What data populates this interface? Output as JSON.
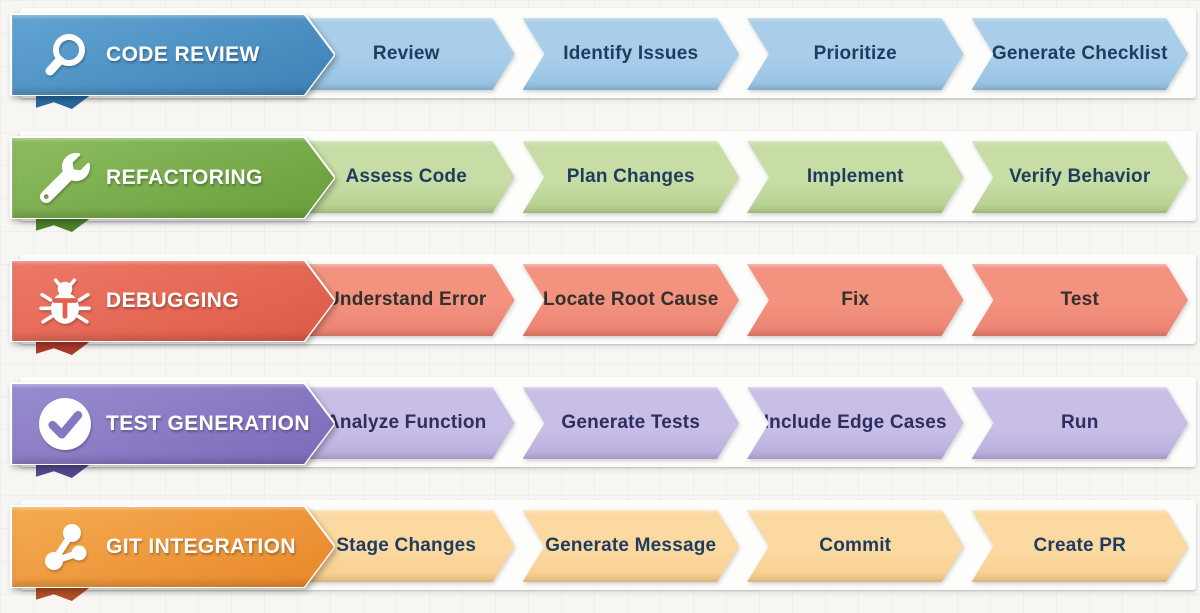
{
  "page": {
    "background": "#f7f6f3"
  },
  "rows": [
    {
      "title": "CODE REVIEW",
      "icon": "search-icon",
      "steps": [
        "Review",
        "Identify Issues",
        "Prioritize",
        "Generate Checklist"
      ],
      "colors": {
        "header_from": "#61a5d3",
        "header_to": "#3d80b6",
        "fold": "#2a689e",
        "mark": "#4d92c5",
        "step_bg": "#a8cee9",
        "step_bg_dark": "#95c2e2",
        "step_text": "#1b3f63"
      }
    },
    {
      "title": "REFACTORING",
      "icon": "wrench-icon",
      "steps": [
        "Assess Code",
        "Plan Changes",
        "Implement",
        "Verify Behavior"
      ],
      "colors": {
        "header_from": "#8dbc60",
        "header_to": "#689e3a",
        "fold": "#4a8128",
        "mark": "#76ac4b",
        "step_bg": "#c7dda5",
        "step_bg_dark": "#b6d18f",
        "step_text": "#1e3d5c"
      }
    },
    {
      "title": "DEBUGGING",
      "icon": "bug-icon",
      "steps": [
        "Understand Error",
        "Locate Root Cause",
        "Fix",
        "Test"
      ],
      "colors": {
        "header_from": "#ed7967",
        "header_to": "#de5a46",
        "fold": "#a83a2b",
        "mark": "#e4604d",
        "step_bg": "#f2927f",
        "step_bg_dark": "#ec8170",
        "step_text": "#33302d"
      }
    },
    {
      "title": "TEST GENERATION",
      "icon": "check-circle-icon",
      "steps": [
        "Analyze Function",
        "Generate Tests",
        "Include Edge Cases",
        "Run"
      ],
      "colors": {
        "header_from": "#9a8ccf",
        "header_to": "#7b6ab9",
        "fold": "#54478e",
        "mark": "#8578c0",
        "step_bg": "#c9bfe6",
        "step_bg_dark": "#baaede",
        "step_text": "#2c2f63"
      }
    },
    {
      "title": "GIT INTEGRATION",
      "icon": "git-branch-icon",
      "steps": [
        "Stage Changes",
        "Generate Message",
        "Commit",
        "Create PR"
      ],
      "colors": {
        "header_from": "#f5ab51",
        "header_to": "#e8872a",
        "fold": "#b04e27",
        "mark": "#ef9436",
        "step_bg": "#fbd9a1",
        "step_bg_dark": "#f8cd8c",
        "step_text": "#1d3c5e"
      }
    }
  ]
}
